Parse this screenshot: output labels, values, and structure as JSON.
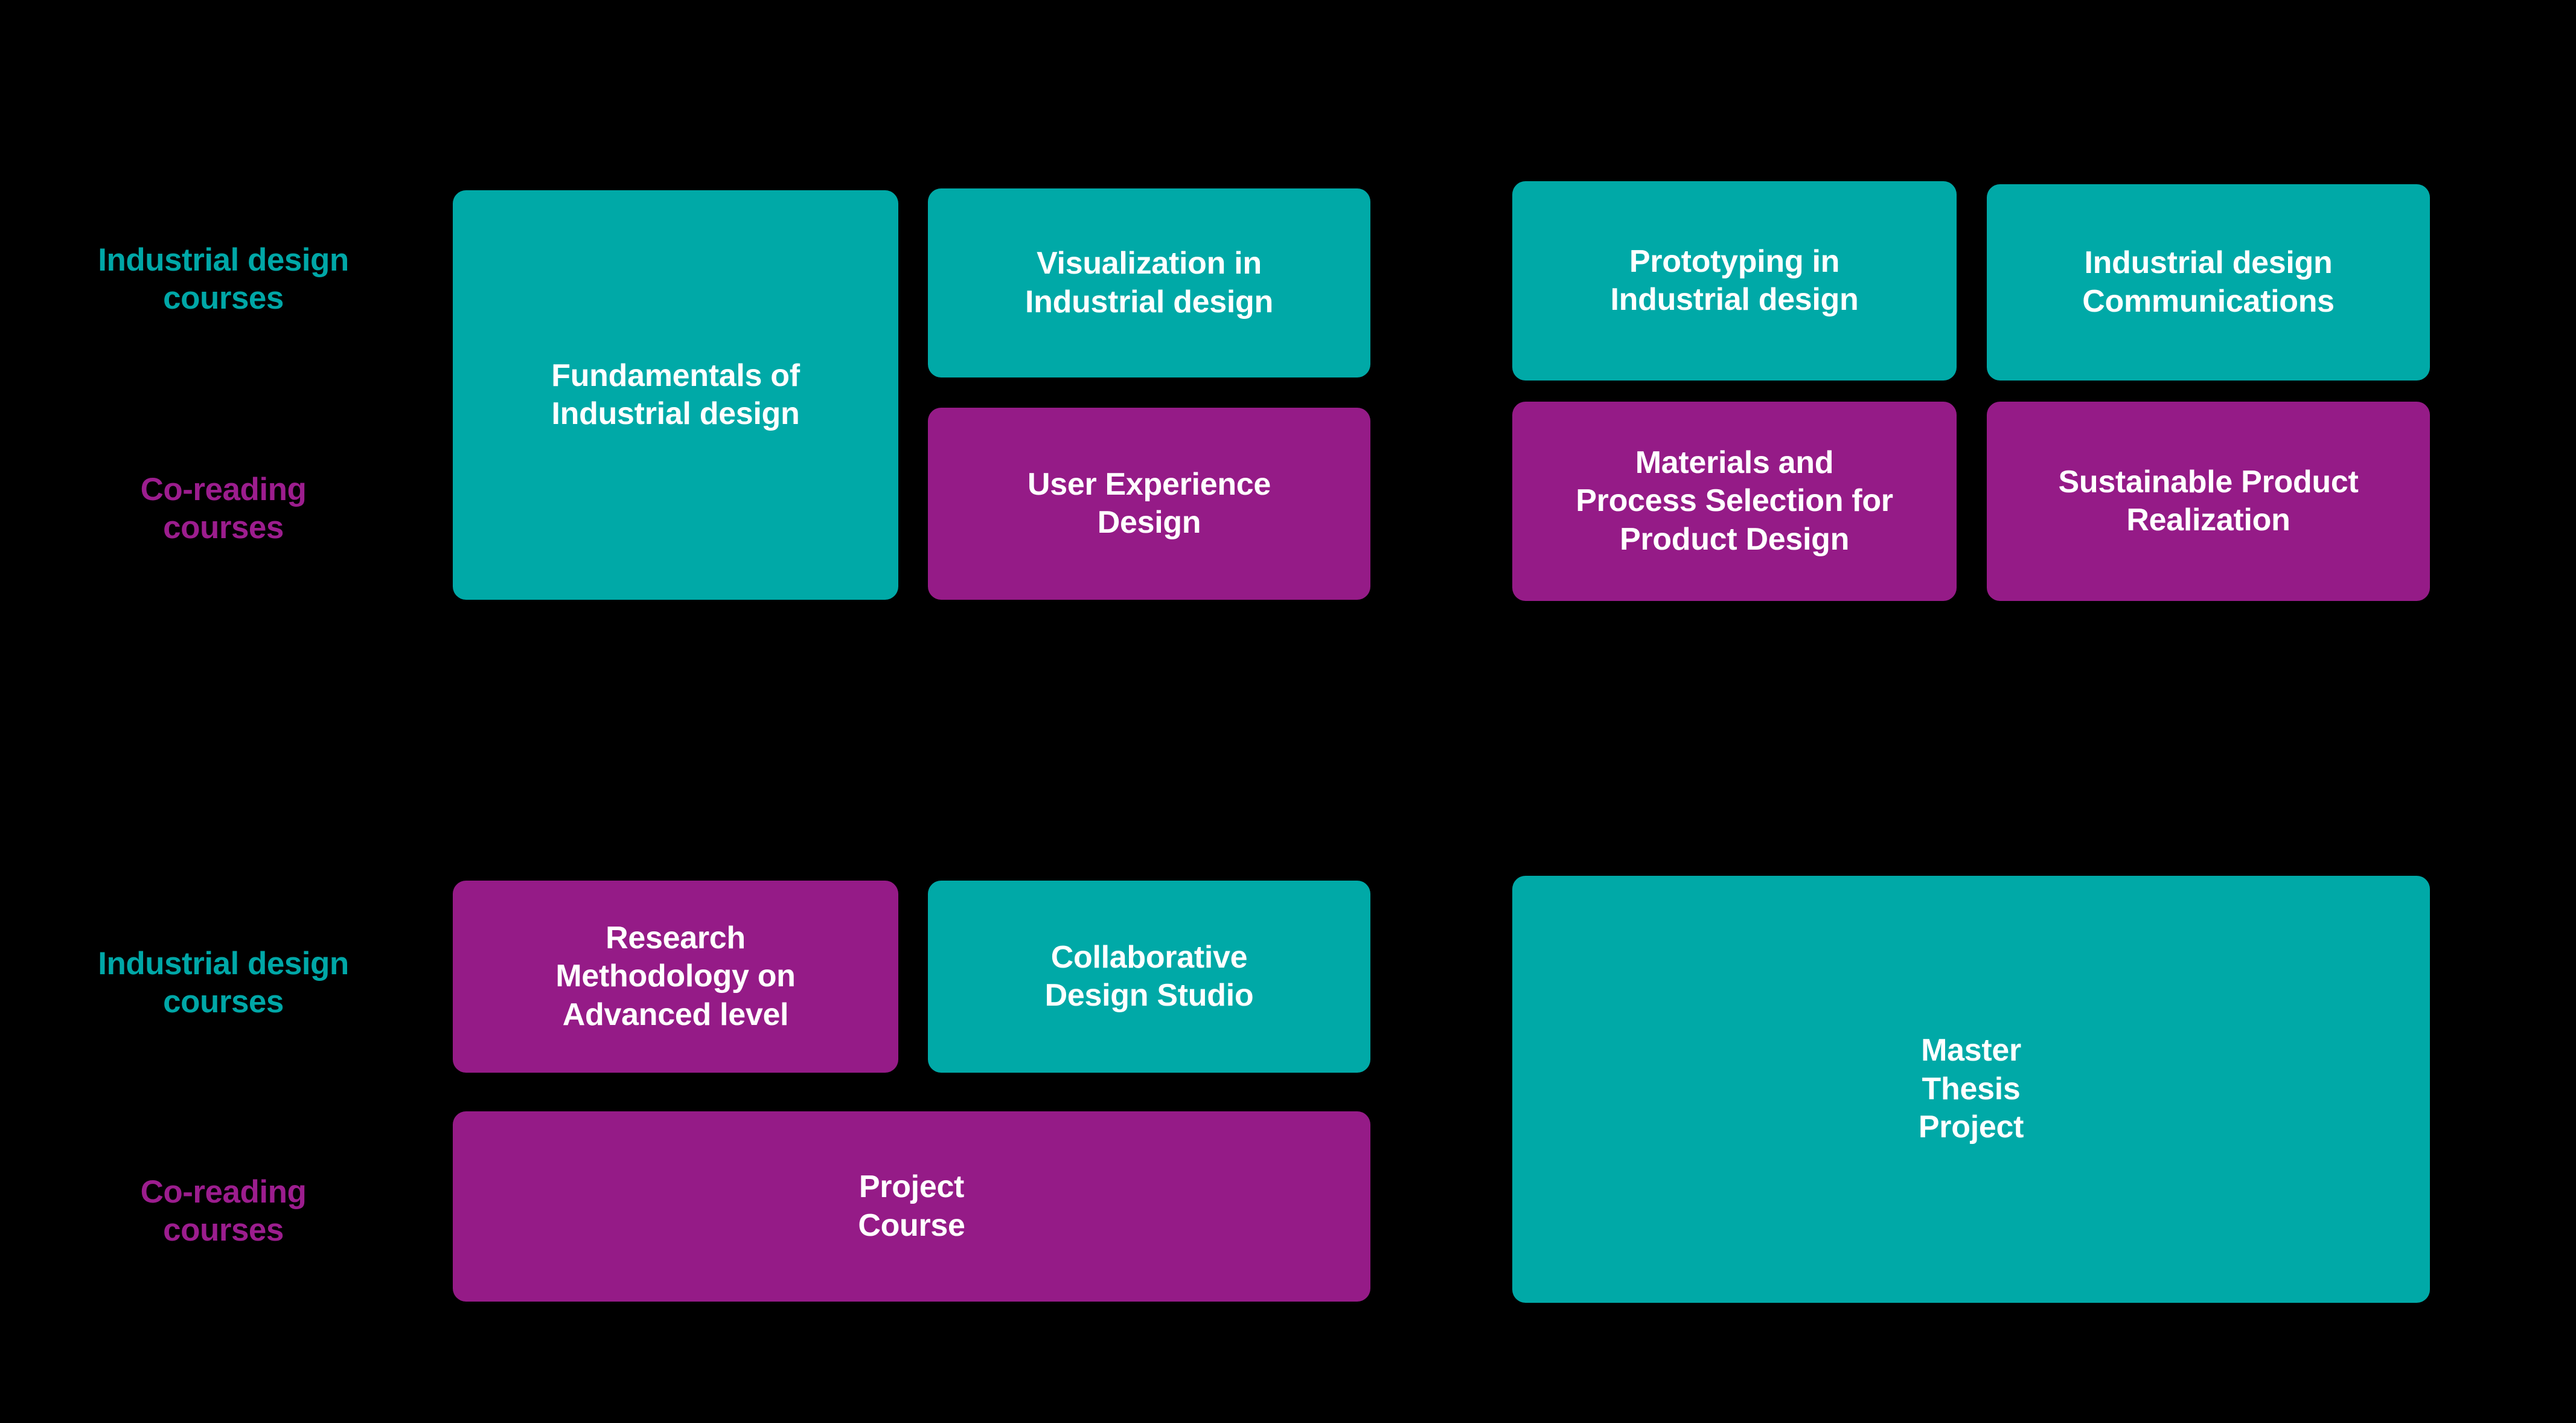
{
  "theme": {
    "background": "#000000",
    "teal": "#00A9A7",
    "plum": "#951B87",
    "label_teal": "#00A7A7",
    "label_plum": "#9C1D8E",
    "box_text": "#ffffff"
  },
  "year_blocks": [
    {
      "name": "year-one",
      "row_labels": {
        "industrial": "Industrial design\ncourses",
        "coreading": "Co-reading\ncourses"
      },
      "courses": [
        {
          "name": "fundamentals-of-industrial-design",
          "label": "Fundamentals of\nIndustrial design",
          "type": "industrial-design",
          "color": "teal"
        },
        {
          "name": "visualization-in-industrial-design",
          "label": "Visualization in\nIndustrial design",
          "type": "industrial-design",
          "color": "teal"
        },
        {
          "name": "user-experience-design",
          "label": "User Experience\nDesign",
          "type": "co-reading",
          "color": "plum"
        },
        {
          "name": "prototyping-in-industrial-design",
          "label": "Prototyping in\nIndustrial design",
          "type": "industrial-design",
          "color": "teal"
        },
        {
          "name": "industrial-design-communications",
          "label": "Industrial design\nCommunications",
          "type": "industrial-design",
          "color": "teal"
        },
        {
          "name": "materials-and-process-selection-for-product-design",
          "label": "Materials and\nProcess Selection for\nProduct Design",
          "type": "co-reading",
          "color": "plum"
        },
        {
          "name": "sustainable-product-realization",
          "label": "Sustainable Product\nRealization",
          "type": "co-reading",
          "color": "plum"
        }
      ]
    },
    {
      "name": "year-two",
      "row_labels": {
        "industrial": "Industrial design\ncourses",
        "coreading": "Co-reading\ncourses"
      },
      "courses": [
        {
          "name": "research-methodology-on-advanced-level",
          "label": "Research\nMethodology on\nAdvanced level",
          "type": "industrial-design",
          "color": "plum"
        },
        {
          "name": "collaborative-design-studio",
          "label": "Collaborative\nDesign Studio",
          "type": "industrial-design",
          "color": "teal"
        },
        {
          "name": "project-course",
          "label": "Project\nCourse",
          "type": "co-reading",
          "color": "plum"
        },
        {
          "name": "master-thesis-project",
          "label": "Master\nThesis\nProject",
          "type": "industrial-design",
          "color": "teal"
        }
      ]
    }
  ]
}
